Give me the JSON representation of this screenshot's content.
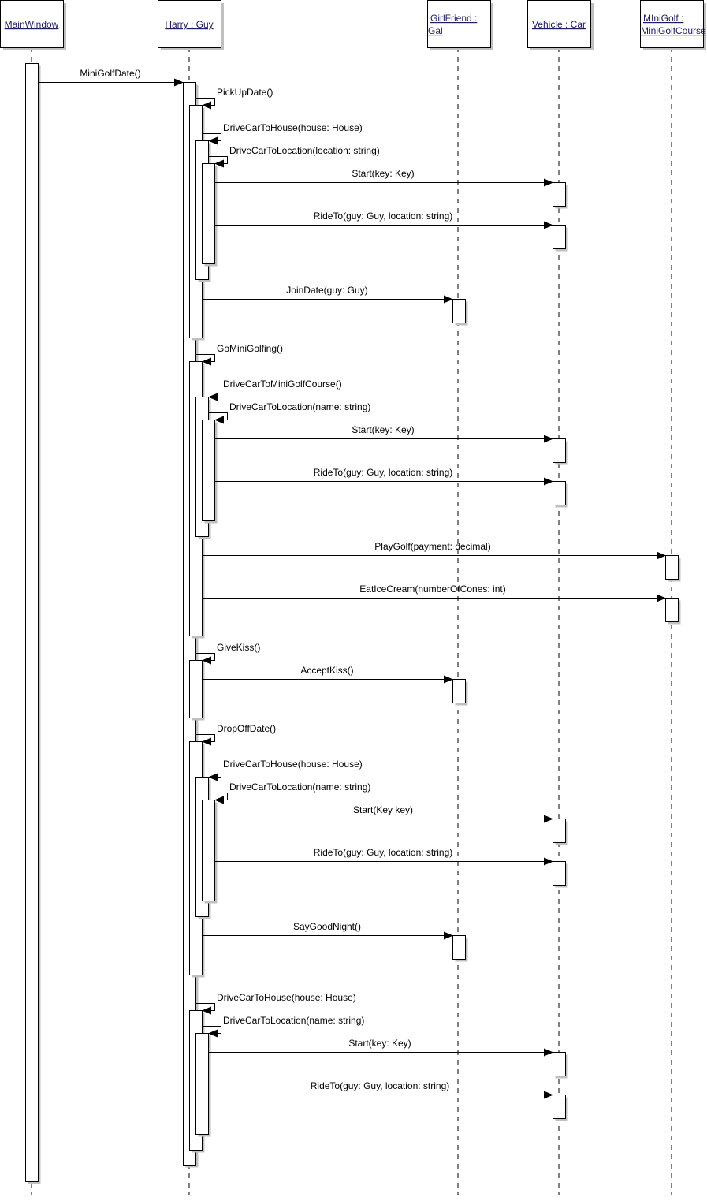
{
  "diagram": {
    "type": "uml-sequence",
    "lifelines": [
      {
        "id": "main",
        "lines": [
          "MainWindow"
        ]
      },
      {
        "id": "harry",
        "lines": [
          "Harry : Guy"
        ]
      },
      {
        "id": "gf",
        "lines": [
          "GirlFriend :",
          "Gal"
        ]
      },
      {
        "id": "car",
        "lines": [
          "Vehicle : Car"
        ]
      },
      {
        "id": "golf",
        "lines": [
          "MIniGolf :",
          "MiniGolfCourse"
        ]
      }
    ],
    "messages": [
      {
        "from": "main",
        "to": "harry",
        "label": "MiniGolfDate()"
      },
      {
        "from": "harry",
        "to": "harry",
        "label": "PickUpDate()"
      },
      {
        "from": "harry",
        "to": "harry",
        "label": "DriveCarToHouse(house: House)"
      },
      {
        "from": "harry",
        "to": "harry",
        "label": "DriveCarToLocation(location: string)"
      },
      {
        "from": "harry",
        "to": "car",
        "label": "Start(key: Key)"
      },
      {
        "from": "harry",
        "to": "car",
        "label": "RideTo(guy: Guy, location: string)"
      },
      {
        "from": "harry",
        "to": "gf",
        "label": "JoinDate(guy: Guy)"
      },
      {
        "from": "harry",
        "to": "harry",
        "label": "GoMiniGolfing()"
      },
      {
        "from": "harry",
        "to": "harry",
        "label": "DriveCarToMiniGolfCourse()"
      },
      {
        "from": "harry",
        "to": "harry",
        "label": "DriveCarToLocation(name: string)"
      },
      {
        "from": "harry",
        "to": "car",
        "label": "Start(key: Key)"
      },
      {
        "from": "harry",
        "to": "car",
        "label": "RideTo(guy: Guy, location: string)"
      },
      {
        "from": "harry",
        "to": "golf",
        "label": "PlayGolf(payment: decimal)"
      },
      {
        "from": "harry",
        "to": "golf",
        "label": "EatIceCream(numberOfCones: int)"
      },
      {
        "from": "harry",
        "to": "harry",
        "label": "GiveKiss()"
      },
      {
        "from": "harry",
        "to": "gf",
        "label": "AcceptKiss()"
      },
      {
        "from": "harry",
        "to": "harry",
        "label": "DropOffDate()"
      },
      {
        "from": "harry",
        "to": "harry",
        "label": "DriveCarToHouse(house: House)"
      },
      {
        "from": "harry",
        "to": "harry",
        "label": "DriveCarToLocation(name: string)"
      },
      {
        "from": "harry",
        "to": "car",
        "label": "Start(Key key)"
      },
      {
        "from": "harry",
        "to": "car",
        "label": "RideTo(guy: Guy, location: string)"
      },
      {
        "from": "harry",
        "to": "gf",
        "label": "SayGoodNight()"
      },
      {
        "from": "harry",
        "to": "harry",
        "label": "DriveCarToHouse(house: House)"
      },
      {
        "from": "harry",
        "to": "harry",
        "label": "DriveCarToLocation(name: string)"
      },
      {
        "from": "harry",
        "to": "car",
        "label": "Start(key: Key)"
      },
      {
        "from": "harry",
        "to": "car",
        "label": "RideTo(guy: Guy, location: string)"
      }
    ]
  }
}
